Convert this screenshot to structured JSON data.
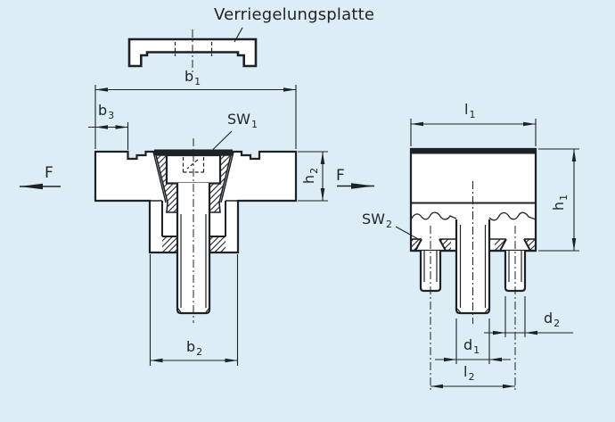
{
  "drawing": {
    "title_label": "Verriegelungsplatte",
    "force_label": "F",
    "dimensions": {
      "b1": {
        "base": "b",
        "sub": "1"
      },
      "b3": {
        "base": "b",
        "sub": "3"
      },
      "sw1": {
        "base": "SW",
        "sub": "1"
      },
      "h2": {
        "base": "h",
        "sub": "2"
      },
      "b2": {
        "base": "b",
        "sub": "2"
      },
      "l1": {
        "base": "l",
        "sub": "1"
      },
      "h1": {
        "base": "h",
        "sub": "1"
      },
      "sw2": {
        "base": "SW",
        "sub": "2"
      },
      "d1": {
        "base": "d",
        "sub": "1"
      },
      "d2": {
        "base": "d",
        "sub": "2"
      },
      "l2": {
        "base": "l",
        "sub": "2"
      }
    },
    "colors": {
      "background": "#dcedf6",
      "line": "#1d2227"
    }
  }
}
